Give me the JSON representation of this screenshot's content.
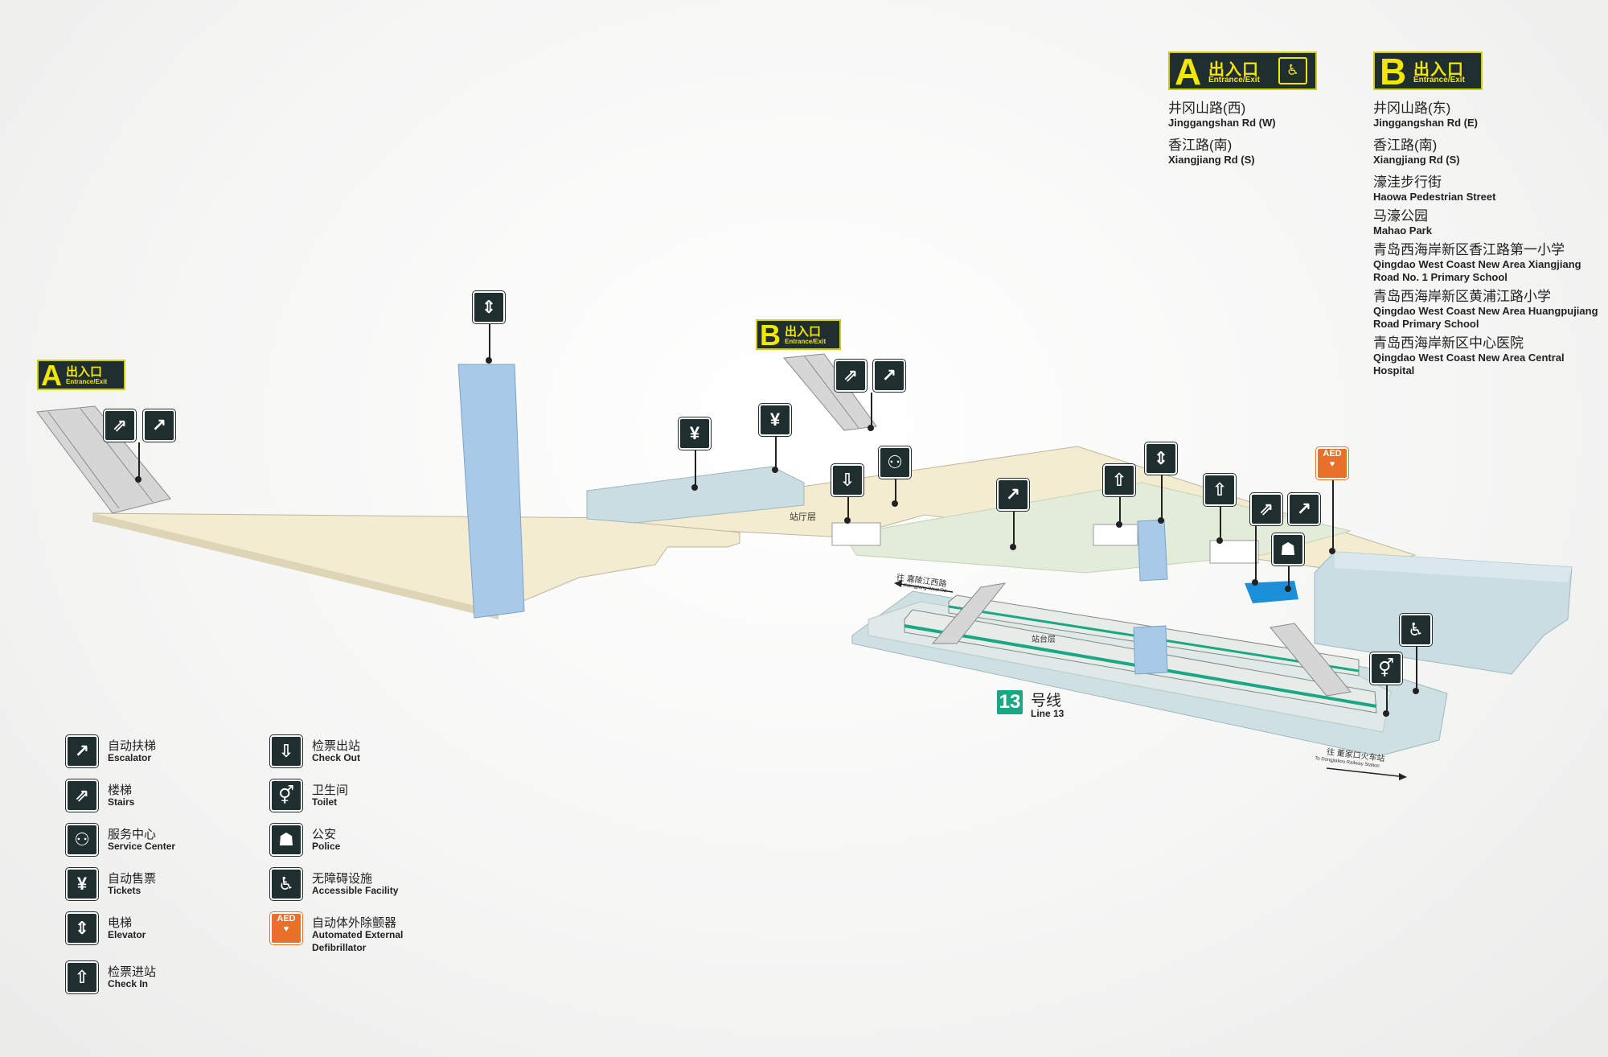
{
  "exits": [
    {
      "letter": "A",
      "label_zh": "出入口",
      "label_en": "Entrance/Exit",
      "destinations": [
        {
          "zh": "井冈山路(西)",
          "en": "Jinggangshan Rd (W)"
        },
        {
          "zh": "香江路(南)",
          "en": "Xiangjiang Rd (S)"
        }
      ]
    },
    {
      "letter": "B",
      "label_zh": "出入口",
      "label_en": "Entrance/Exit",
      "destinations": [
        {
          "zh": "井冈山路(东)",
          "en": "Jinggangshan Rd (E)"
        },
        {
          "zh": "香江路(南)",
          "en": "Xiangjiang Rd (S)"
        },
        {
          "zh": "濠洼步行街",
          "en": "Haowa Pedestrian Street"
        },
        {
          "zh": "马濠公园",
          "en": "Mahao Park"
        },
        {
          "zh": "青岛西海岸新区香江路第一小学",
          "en": "Qingdao West Coast New Area Xiangjiang Road No. 1 Primary School"
        },
        {
          "zh": "青岛西海岸新区黄浦江路小学",
          "en": "Qingdao West Coast New Area Huangpujiang Road Primary School"
        },
        {
          "zh": "青岛西海岸新区中心医院",
          "en": "Qingdao West Coast New Area Central Hospital"
        }
      ]
    }
  ],
  "map_labels": {
    "concourse": "站厅层",
    "platform": "站台层",
    "line_number": "13",
    "line_zh": "号线",
    "line_en": "Line 13",
    "dir_west_zh": "往 嘉陵江西路",
    "dir_west_en": "To Jialingjiang West Rd",
    "dir_east_zh": "往 董家口火车站",
    "dir_east_en": "To Dongjiakou Railway Station",
    "aed": "AED"
  },
  "legend": [
    {
      "icon": "escalator-icon",
      "zh": "自动扶梯",
      "en": "Escalator"
    },
    {
      "icon": "stairs-icon",
      "zh": "楼梯",
      "en": "Stairs"
    },
    {
      "icon": "service-center-icon",
      "zh": "服务中心",
      "en": "Service Center"
    },
    {
      "icon": "tickets-icon",
      "zh": "自动售票",
      "en": "Tickets"
    },
    {
      "icon": "elevator-icon",
      "zh": "电梯",
      "en": "Elevator"
    },
    {
      "icon": "check-in-icon",
      "zh": "检票进站",
      "en": "Check In"
    },
    {
      "icon": "check-out-icon",
      "zh": "检票出站",
      "en": "Check Out"
    },
    {
      "icon": "toilet-icon",
      "zh": "卫生间",
      "en": "Toilet"
    },
    {
      "icon": "police-icon",
      "zh": "公安",
      "en": "Police"
    },
    {
      "icon": "accessible-icon",
      "zh": "无障碍设施",
      "en": "Accessible Facility"
    },
    {
      "icon": "aed-icon",
      "zh": "自动体外除颤器",
      "en": "Automated External Defibrillator"
    }
  ],
  "colors": {
    "sign_bg": "#1f2e2f",
    "sign_yellow": "#f3e600",
    "aed_orange": "#e8702a",
    "line13_green": "#1aa784",
    "concourse_floor": "#f3ecd0",
    "paid_area": "#e2ecd8",
    "elevator_shaft": "#a9c9e8",
    "structure_blue": "#c9dde2"
  }
}
